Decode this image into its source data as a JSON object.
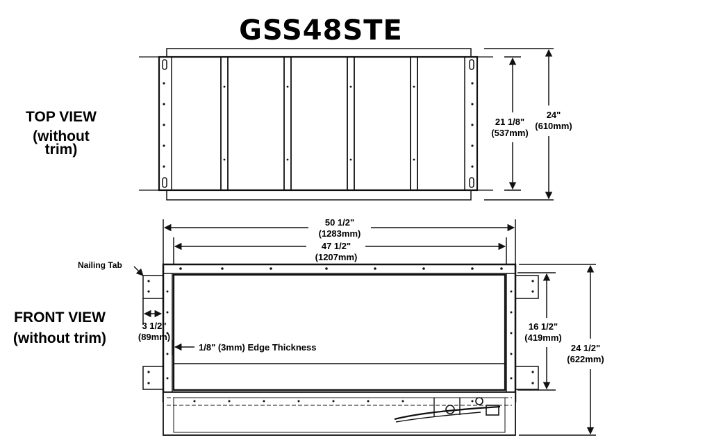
{
  "title": "GSS48STE",
  "top_view": {
    "label_line1": "TOP VIEW",
    "label_line2": "(without",
    "label_line3": "trim)",
    "dim_inner_in": "21 1/8\"",
    "dim_inner_mm": "(537mm)",
    "dim_outer_in": "24\"",
    "dim_outer_mm": "(610mm)"
  },
  "front_view": {
    "label_line1": "FRONT VIEW",
    "label_line2": "(without trim)",
    "nailing_tab": "Nailing Tab",
    "width_outer_in": "50 1/2\"",
    "width_outer_mm": "(1283mm)",
    "width_inner_in": "47 1/2\"",
    "width_inner_mm": "(1207mm)",
    "tab_in": "3 1/2\"",
    "tab_mm": "(89mm)",
    "edge_thickness": "1/8\" (3mm) Edge Thickness",
    "height_inner_in": "16 1/2\"",
    "height_inner_mm": "(419mm)",
    "height_outer_in": "24 1/2\"",
    "height_outer_mm": "(622mm)"
  },
  "colors": {
    "line": "#111111",
    "panel": "#ffffff",
    "shade": "#dcdcdc"
  }
}
